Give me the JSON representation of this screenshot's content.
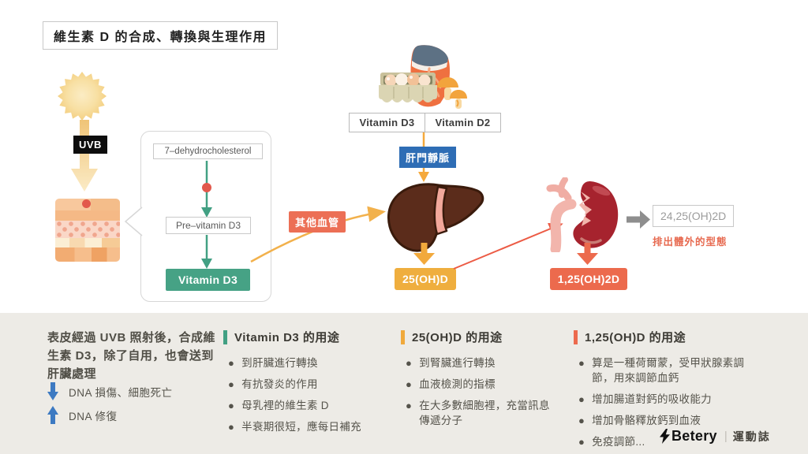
{
  "title": "維生素 D 的合成、轉換與生理作用",
  "synthesis": {
    "uvb_label": "UVB",
    "step1": "7–dehydrocholesterol",
    "step2": "Pre–vitamin D3",
    "step3": "Vitamin D3"
  },
  "diet": {
    "vitamin_d3": "Vitamin D3",
    "vitamin_d2": "Vitamin D2"
  },
  "vessels": {
    "portal_vein": "肝門靜脈",
    "other_vessels": "其他血管"
  },
  "metabolites": {
    "liver_form": "25(OH)D",
    "kidney_form": "1,25(OH)2D",
    "excreted_form": "24,25(OH)2D",
    "excreted_note": "排出體外的型態"
  },
  "panel": {
    "skin_summary": "表皮經過 UVB 照射後，合成維生素 D3，除了自用，也會送到肝臟處理",
    "dna_damage": "DNA 損傷、細胞死亡",
    "dna_repair": "DNA 修復",
    "d3_uses": {
      "heading": "Vitamin D3 的用途",
      "bullets": [
        "到肝臟進行轉換",
        "有抗發炎的作用",
        "母乳裡的維生素 D",
        "半衰期很短，應每日補充"
      ]
    },
    "oh25_uses": {
      "heading": "25(OH)D 的用途",
      "bullets": [
        "到腎臟進行轉換",
        "血液檢測的指標",
        "在大多數細胞裡，充當訊息傳遞分子"
      ]
    },
    "oh125_uses": {
      "heading": "1,25(OH)D 的用途",
      "bullets": [
        "算是一種荷爾蒙，受甲狀腺素調節，用來調節血鈣",
        "增加腸道對鈣的吸收能力",
        "增加骨骼釋放鈣到血液",
        "免疫調節..."
      ]
    }
  },
  "footer": {
    "brand": "Betery",
    "separator": "|",
    "site": "運動誌"
  },
  "colors": {
    "green": "#46a285",
    "yellow": "#efae3e",
    "salmon": "#ec6a4d",
    "blue_portal": "#2e6db5",
    "dna_blue": "#3d7ac2",
    "panel_bg": "#edebe6",
    "excrete_gray": "#8e8e8e"
  }
}
